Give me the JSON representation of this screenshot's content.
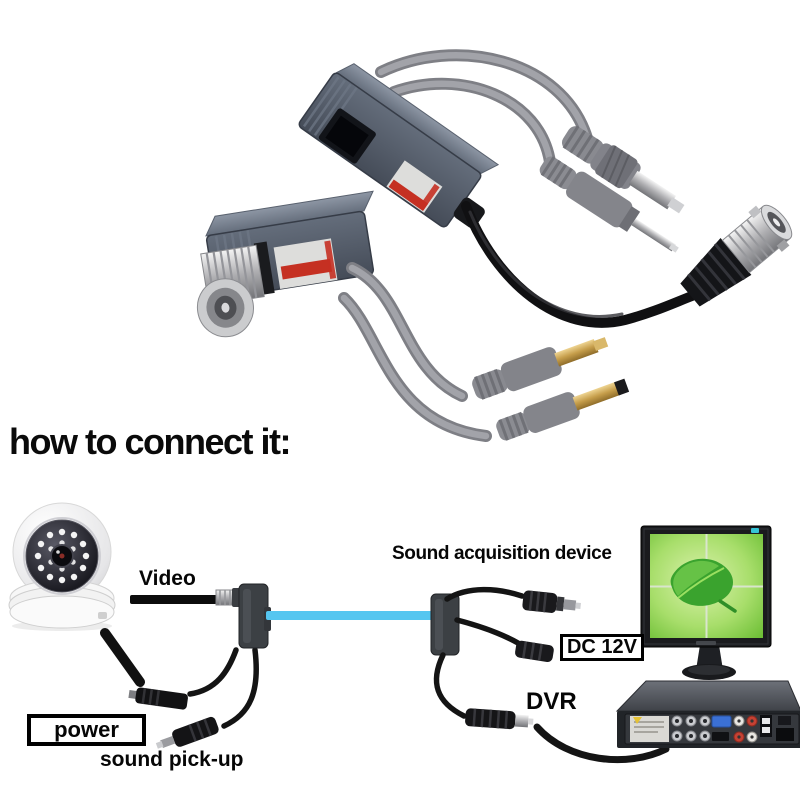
{
  "heading": "how to connect it:",
  "photo": {
    "depicts": "pair of gray CCTV video balun transceivers with BNC, RCA and DC pigtail connectors"
  },
  "diagram": {
    "labels": {
      "video": "Video",
      "sound_acquisition": "Sound acquisition device",
      "power": "power",
      "sound_pickup": "sound pick-up",
      "dc_power": "DC 12V",
      "dvr": "DVR"
    },
    "colors": {
      "utp_link_cable": "#55c6f0",
      "balun_body": "#3c4044",
      "balun_label_red": "#c53022",
      "monitor_screen_green": "#7cc93c",
      "cable_black": "#141414",
      "photo_cable_gray": "#8f9096"
    }
  }
}
